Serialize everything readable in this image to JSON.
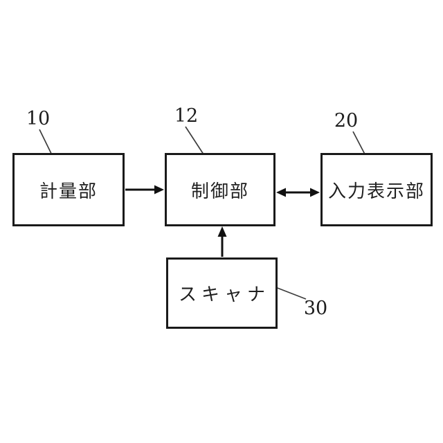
{
  "figure": {
    "background_color": "#ffffff",
    "box_border_color": "#1a1a1a",
    "arrow_color": "#111111",
    "leader_line_color": "#3c3c3c",
    "text_color": "#1f1f1f",
    "nodes": [
      {
        "id": "measuring-unit",
        "label": "計量部",
        "ref_number": "10"
      },
      {
        "id": "control-unit",
        "label": "制御部",
        "ref_number": "12"
      },
      {
        "id": "input-display-unit",
        "label": "入力表示部",
        "ref_number": "20"
      },
      {
        "id": "scanner",
        "label": "スキャナ",
        "ref_number": "30"
      }
    ],
    "connections": [
      {
        "from": "計量部",
        "to": "制御部",
        "style": "single-arrow",
        "direction": "right"
      },
      {
        "from": "制御部",
        "to": "入力表示部",
        "style": "double-arrow",
        "direction": "both"
      },
      {
        "from": "スキャナ",
        "to": "制御部",
        "style": "single-arrow",
        "direction": "up"
      }
    ]
  }
}
